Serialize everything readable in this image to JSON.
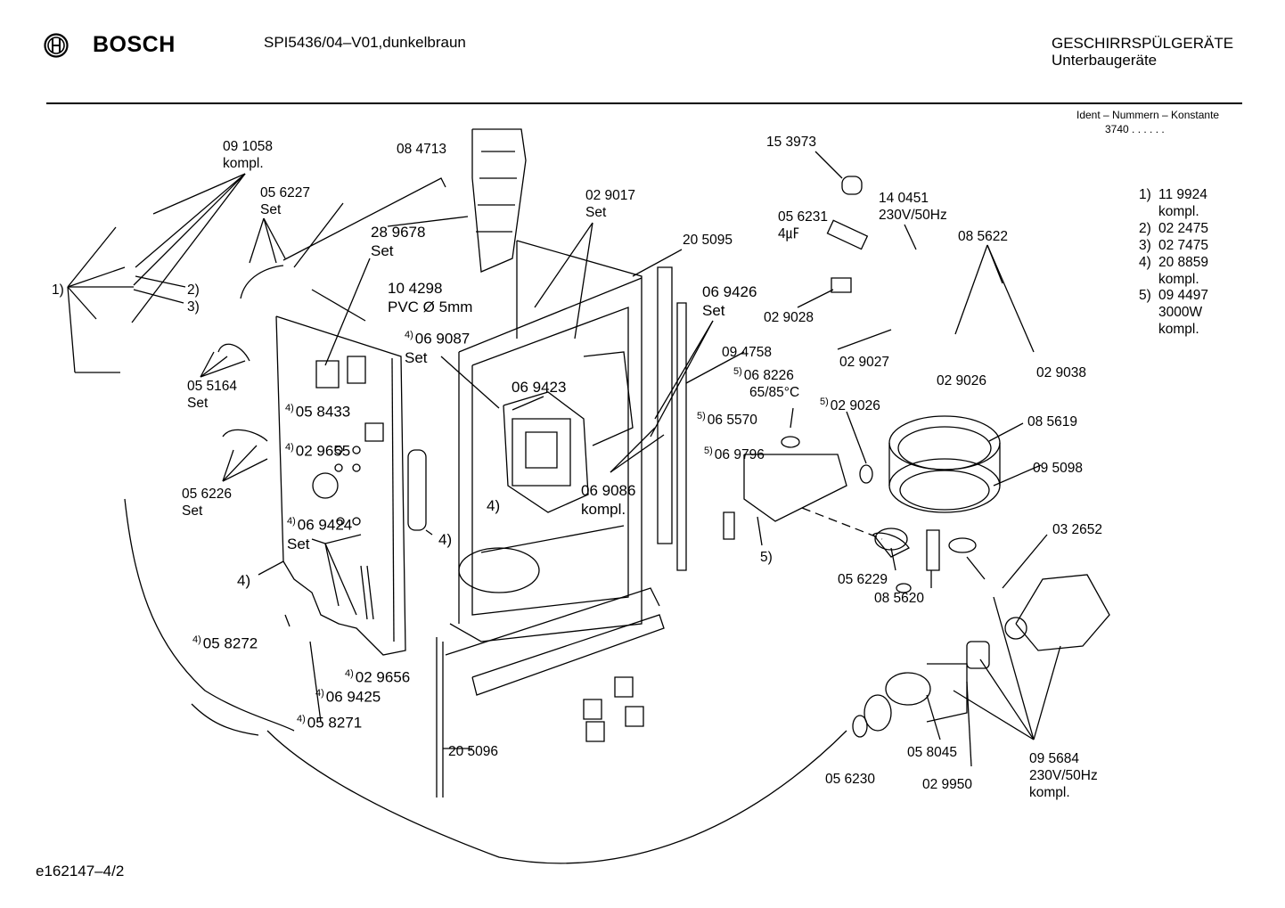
{
  "header": {
    "brand": "BOSCH",
    "model": "SPI5436/04–V01,dunkelbraun",
    "category_line1": "GESCHIRRSPÜLGERÄTE",
    "category_line2": "Unterbaugeräte",
    "ident_title": "Ident – Nummern – Konstante",
    "ident_value": "3740 . . . . . ."
  },
  "footer": {
    "doc_id": "e162147–4/2"
  },
  "legend": [
    {
      "num": "1)",
      "lines": [
        "11 9924",
        "kompl."
      ]
    },
    {
      "num": "2)",
      "lines": [
        "02 2475"
      ]
    },
    {
      "num": "3)",
      "lines": [
        "02 7475"
      ]
    },
    {
      "num": "4)",
      "lines": [
        "20 8859",
        "kompl."
      ]
    },
    {
      "num": "5)",
      "lines": [
        "09 4497",
        "3000W",
        "kompl."
      ]
    }
  ],
  "labels": {
    "p091058": "09 1058",
    "p091058_sub": "kompl.",
    "p084713": "08 4713",
    "p056227": "05 6227",
    "p056227_sub": "Set",
    "p289678": "28 9678",
    "p289678_sub": "Set",
    "ref1": "1)",
    "ref2": "2)",
    "ref3": "3)",
    "p104298": "10 4298",
    "p104298_sub": "PVC Ø 5mm",
    "p069087_sup": "4)",
    "p069087": "06 9087",
    "p069087_sub": "Set",
    "p055164": "05 5164",
    "p055164_sub": "Set",
    "p058433_sup": "4)",
    "p058433": "05 8433",
    "p029655_sup": "4)",
    "p029655": "02 9655",
    "p056226": "05 6226",
    "p056226_sub": "Set",
    "p069424_sup": "4)",
    "p069424": "06 9424",
    "p069424_sub": "Set",
    "ref4a": "4)",
    "ref4b": "4)",
    "ref4c": "4)",
    "p058272_sup": "4)",
    "p058272": "05 8272",
    "p029656_sup": "4)",
    "p029656": "02 9656",
    "p069425_sup": "4)",
    "p069425": "06 9425",
    "p058271_sup": "4)",
    "p058271": "05 8271",
    "p029017": "02 9017",
    "p029017_sub": "Set",
    "p069423": "06 9423",
    "p069086": "06 9086",
    "p069086_sub": "kompl.",
    "p205095": "20 5095",
    "p069426": "06 9426",
    "p069426_sub": "Set",
    "p205096": "20 5096",
    "p153973": "15 3973",
    "p056231": "05 6231",
    "p056231_sub": "4㎌",
    "p140451": "14 0451",
    "p140451_sub": "230V/50Hz",
    "p085622": "08 5622",
    "p029028": "02 9028",
    "p094758": "09 4758",
    "p068226_sup": "5)",
    "p068226": "06 8226",
    "p068226_sub": "65/85°C",
    "p065570_sup": "5)",
    "p065570": "06 5570",
    "p069796_sup": "5)",
    "p069796": "06 9796",
    "ref5": "5)",
    "p029027": "02 9027",
    "p029026b_sup": "5)",
    "p029026b": "02 9026",
    "p029026": "02 9026",
    "p029038": "02 9038",
    "p085619": "08 5619",
    "p095098": "09 5098",
    "p032652": "03 2652",
    "p056229": "05 6229",
    "p085620": "08 5620",
    "p056230": "05 6230",
    "p058045": "05 8045",
    "p029950": "02 9950",
    "p095684": "09 5684",
    "p095684_sub1": "230V/50Hz",
    "p095684_sub2": "kompl."
  }
}
